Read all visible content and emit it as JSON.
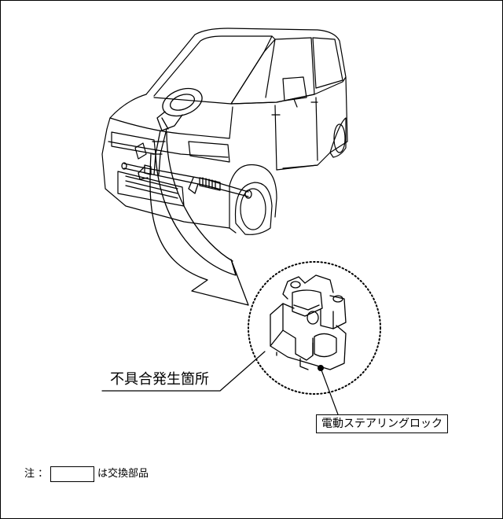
{
  "labels": {
    "fault_location": "不具合発生箇所",
    "part_name": "電動ステアリングロック"
  },
  "note": {
    "prefix": "注 ：",
    "suffix": "は交換部品"
  }
}
